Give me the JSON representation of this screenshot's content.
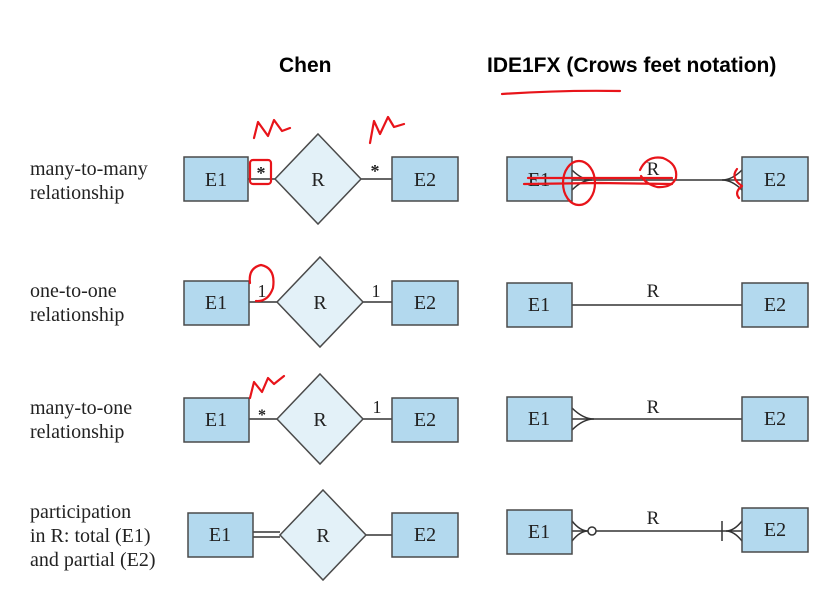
{
  "headings": {
    "chen": "Chen",
    "idef1x": "IDE1FX (Crows feet notation)"
  },
  "rows": [
    {
      "label_lines": [
        "many-to-many",
        "relationship"
      ],
      "chen_left": "*",
      "chen_right": "*",
      "relationship": "R"
    },
    {
      "label_lines": [
        "one-to-one",
        "relationship"
      ],
      "chen_left": "1",
      "chen_right": "1",
      "relationship": "R"
    },
    {
      "label_lines": [
        "many-to-one",
        "relationship"
      ],
      "chen_left": "*",
      "chen_right": "1",
      "relationship": "R"
    },
    {
      "label_lines": [
        "participation",
        "in R: total (E1)",
        "and partial (E2)"
      ],
      "chen_left": "",
      "chen_right": "",
      "relationship": "R"
    }
  ],
  "entities": {
    "left": "E1",
    "right": "E2"
  },
  "colors": {
    "entity_fill": "#b3d9ee",
    "entity_stroke": "#4a4a4a",
    "diamond_fill": "#e3f1f8",
    "annotation_ink": "#e8141a",
    "line": "#333333"
  }
}
